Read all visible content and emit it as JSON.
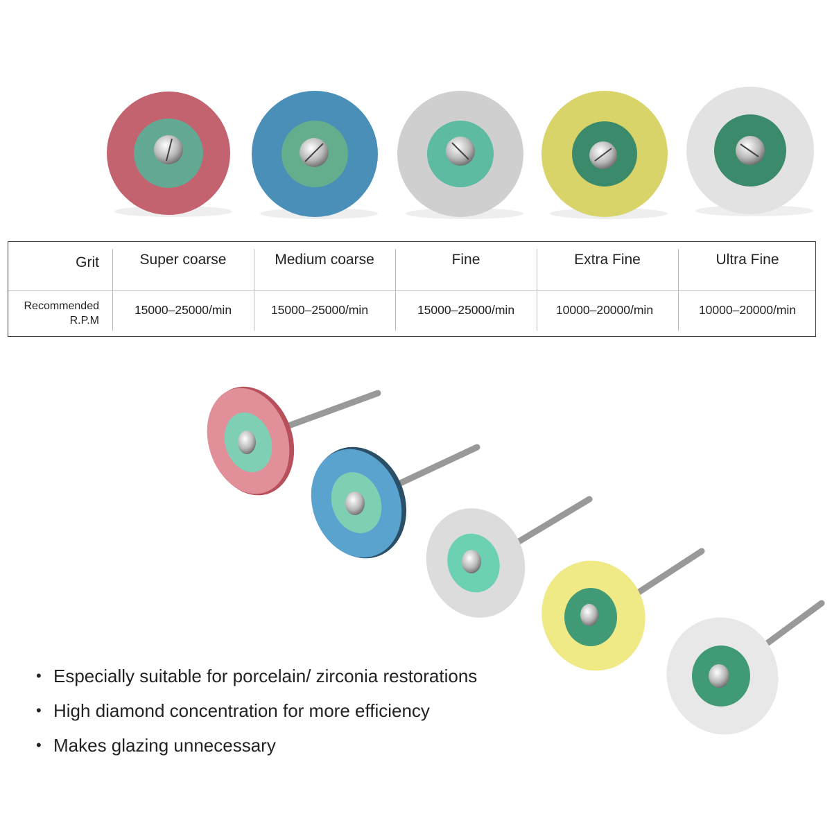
{
  "table": {
    "row_header_grit": "Grit",
    "row_header_rpm_line1": "Recommended",
    "row_header_rpm_line2": "R.P.M",
    "grits": [
      "Super coarse",
      "Medium coarse",
      "Fine",
      "Extra Fine",
      "Ultra Fine"
    ],
    "rpm": [
      "15000–25000/min",
      "15000–25000/min",
      "15000–25000/min",
      "10000–20000/min",
      "10000–20000/min"
    ]
  },
  "features": [
    "Especially suitable for porcelain/ zirconia restorations",
    "High diamond concentration for more efficiency",
    "Makes glazing unnecessary"
  ],
  "colors": {
    "super_coarse": "#c2636f",
    "medium_coarse": "#4a8fb8",
    "fine": "#cfcfcf",
    "extra_fine": "#d8d46a",
    "ultra_fine": "#e2e2e2",
    "inner_light_green": "#62b49c",
    "inner_dark_green": "#3b8a6c"
  }
}
